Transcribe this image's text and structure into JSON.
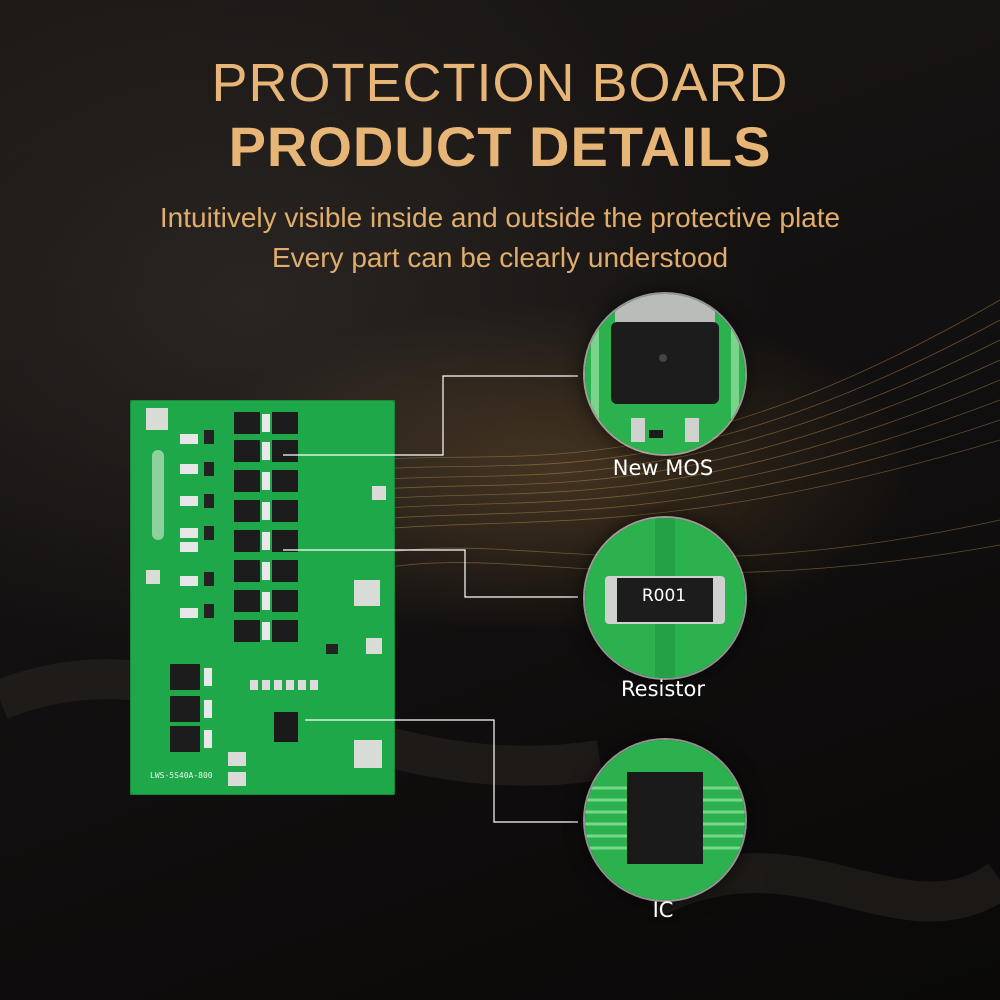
{
  "header": {
    "title_line1": "PROTECTION BOARD",
    "title_line2": "PRODUCT DETAILS",
    "subtitle_line1": "Intuitively visible inside and outside the protective plate",
    "subtitle_line2": "Every part can be clearly understood"
  },
  "callouts": {
    "mos": "New MOS",
    "resistor": "Resistor",
    "resistor_marking": "R001",
    "ic": "IC"
  },
  "colors": {
    "title": "#e7b676",
    "pcb_green": "#1fa84a",
    "caption": "#ffffff",
    "leader_line": "#ffffff"
  }
}
